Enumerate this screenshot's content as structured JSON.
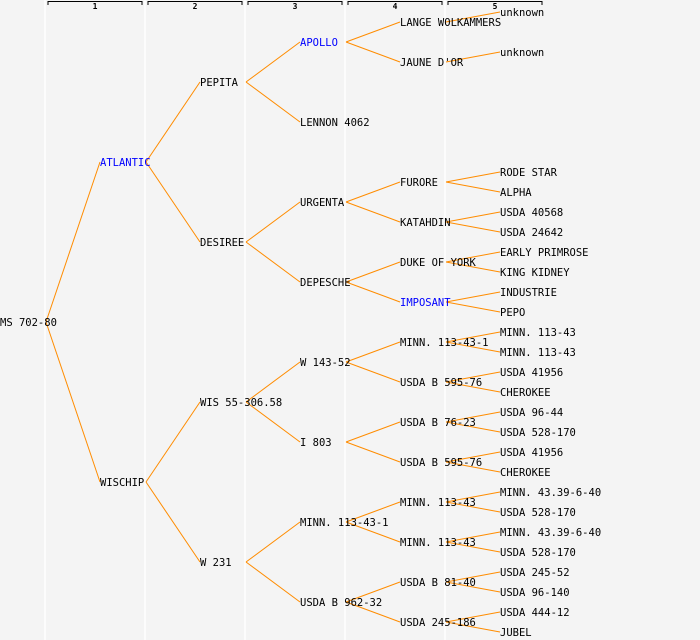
{
  "colors": {
    "background": "#f4f4f4",
    "line": "#ff8c00",
    "text": "#000000",
    "highlight": "#0000ff",
    "separator": "#ffffff"
  },
  "generations": [
    "1",
    "2",
    "3",
    "4",
    "5"
  ],
  "tree": {
    "label": "MS 702-80",
    "highlight": false,
    "parents": [
      {
        "label": "ATLANTIC",
        "highlight": true,
        "parents": [
          {
            "label": "PEPITA",
            "highlight": false,
            "parents": [
              {
                "label": "APOLLO",
                "highlight": true,
                "parents": [
                  {
                    "label": "LANGE WOLKAMMERS",
                    "highlight": false,
                    "parents": [
                      {
                        "label": "unknown",
                        "highlight": false
                      },
                      null
                    ]
                  },
                  {
                    "label": "JAUNE D'OR",
                    "highlight": false,
                    "parents": [
                      {
                        "label": "unknown",
                        "highlight": false
                      },
                      null
                    ]
                  }
                ]
              },
              {
                "label": "LENNON 4062",
                "highlight": false
              }
            ]
          },
          {
            "label": "DESIREE",
            "highlight": false,
            "parents": [
              {
                "label": "URGENTA",
                "highlight": false,
                "parents": [
                  {
                    "label": "FURORE",
                    "highlight": false,
                    "parents": [
                      {
                        "label": "RODE STAR",
                        "highlight": false
                      },
                      {
                        "label": "ALPHA",
                        "highlight": false
                      }
                    ]
                  },
                  {
                    "label": "KATAHDIN",
                    "highlight": false,
                    "parents": [
                      {
                        "label": "USDA 40568",
                        "highlight": false
                      },
                      {
                        "label": "USDA 24642",
                        "highlight": false
                      }
                    ]
                  }
                ]
              },
              {
                "label": "DEPESCHE",
                "highlight": false,
                "parents": [
                  {
                    "label": "DUKE OF YORK",
                    "highlight": false,
                    "parents": [
                      {
                        "label": "EARLY PRIMROSE",
                        "highlight": false
                      },
                      {
                        "label": "KING KIDNEY",
                        "highlight": false
                      }
                    ]
                  },
                  {
                    "label": "IMPOSANT",
                    "highlight": true,
                    "parents": [
                      {
                        "label": "INDUSTRIE",
                        "highlight": false
                      },
                      {
                        "label": "PEPO",
                        "highlight": false
                      }
                    ]
                  }
                ]
              }
            ]
          }
        ]
      },
      {
        "label": "WISCHIP",
        "highlight": false,
        "parents": [
          {
            "label": "WIS 55-306.58",
            "highlight": false,
            "parents": [
              {
                "label": "W 143-52",
                "highlight": false,
                "parents": [
                  {
                    "label": "MINN. 113-43-1",
                    "highlight": false,
                    "parents": [
                      {
                        "label": "MINN. 113-43",
                        "highlight": false
                      },
                      {
                        "label": "MINN. 113-43",
                        "highlight": false
                      }
                    ]
                  },
                  {
                    "label": "USDA B 595-76",
                    "highlight": false,
                    "parents": [
                      {
                        "label": "USDA 41956",
                        "highlight": false
                      },
                      {
                        "label": "CHEROKEE",
                        "highlight": false
                      }
                    ]
                  }
                ]
              },
              {
                "label": "I 803",
                "highlight": false,
                "parents": [
                  {
                    "label": "USDA B 76-23",
                    "highlight": false,
                    "parents": [
                      {
                        "label": "USDA 96-44",
                        "highlight": false
                      },
                      {
                        "label": "USDA 528-170",
                        "highlight": false
                      }
                    ]
                  },
                  {
                    "label": "USDA B 595-76",
                    "highlight": false,
                    "parents": [
                      {
                        "label": "USDA 41956",
                        "highlight": false
                      },
                      {
                        "label": "CHEROKEE",
                        "highlight": false
                      }
                    ]
                  }
                ]
              }
            ]
          },
          {
            "label": "W 231",
            "highlight": false,
            "parents": [
              {
                "label": "MINN. 113-43-1",
                "highlight": false,
                "parents": [
                  {
                    "label": "MINN. 113-43",
                    "highlight": false,
                    "parents": [
                      {
                        "label": "MINN. 43.39-6-40",
                        "highlight": false
                      },
                      {
                        "label": "USDA 528-170",
                        "highlight": false
                      }
                    ]
                  },
                  {
                    "label": "MINN. 113-43",
                    "highlight": false,
                    "parents": [
                      {
                        "label": "MINN. 43.39-6-40",
                        "highlight": false
                      },
                      {
                        "label": "USDA 528-170",
                        "highlight": false
                      }
                    ]
                  }
                ]
              },
              {
                "label": "USDA B 962-32",
                "highlight": false,
                "parents": [
                  {
                    "label": "USDA B 81-40",
                    "highlight": false,
                    "parents": [
                      {
                        "label": "USDA 245-52",
                        "highlight": false
                      },
                      {
                        "label": "USDA 96-140",
                        "highlight": false
                      }
                    ]
                  },
                  {
                    "label": "USDA 245-186",
                    "highlight": false,
                    "parents": [
                      {
                        "label": "USDA 444-12",
                        "highlight": false
                      },
                      {
                        "label": "JUBEL",
                        "highlight": false
                      }
                    ]
                  }
                ]
              }
            ]
          }
        ]
      }
    ]
  }
}
